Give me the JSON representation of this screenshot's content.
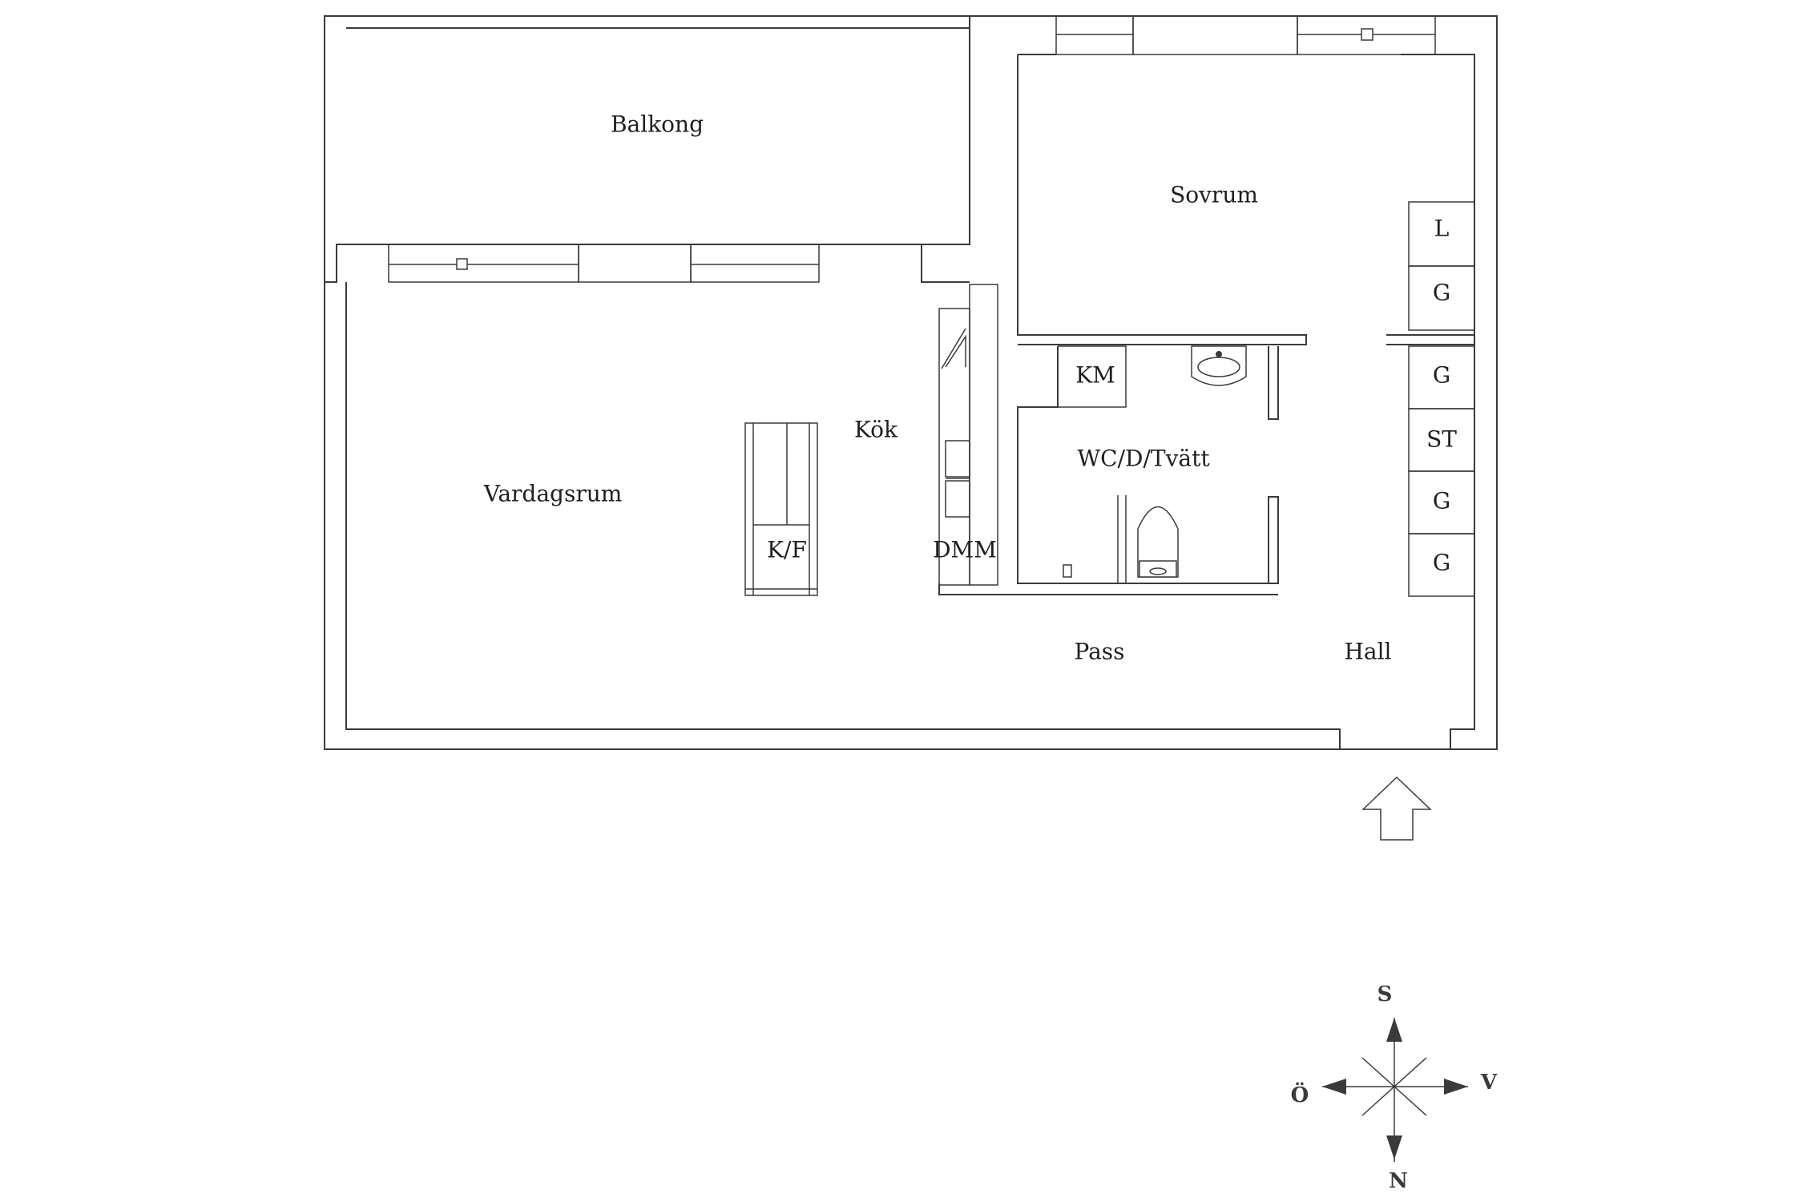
{
  "rooms": {
    "balkong": "Balkong",
    "sovrum": "Sovrum",
    "kok": "Kök",
    "vardagsrum": "Vardagsrum",
    "wc": "WC/D/Tvätt",
    "pass": "Pass",
    "hall": "Hall"
  },
  "fixtures": {
    "km": "KM",
    "kf": "K/F",
    "dmm": "DMM"
  },
  "closets": [
    "L",
    "G",
    "G",
    "ST",
    "G",
    "G"
  ],
  "compass": {
    "top": "S",
    "bottom": "N",
    "left": "Ö",
    "right": "V"
  }
}
